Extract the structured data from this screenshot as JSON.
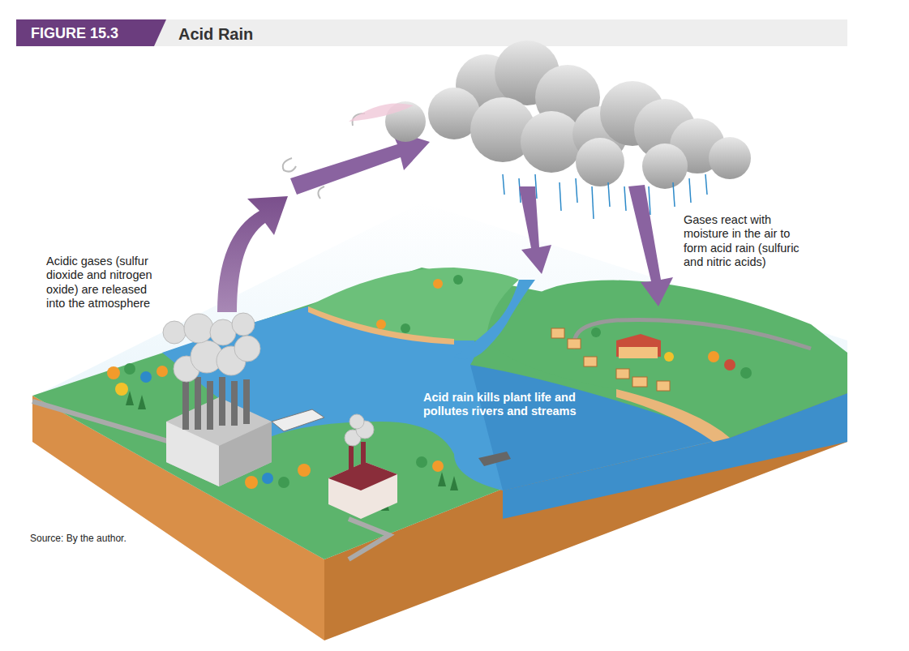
{
  "diagram": {
    "title": "Acid Rain",
    "caption": "Source: By the author.",
    "labels": [
      "FIGURE 15.3",
      "Acidic gases (sulfur dioxide and nitrogen oxide) are released into the atmosphere",
      "Gases react with moisture in the air to form acid rain (sulfuric and nitric acids)",
      "Acid rain kills plant life and pollutes rivers and streams"
    ]
  }
}
